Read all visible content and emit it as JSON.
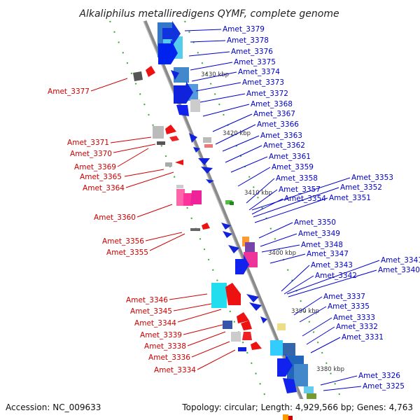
{
  "title": "Alkaliphilus metalliredigens QYMF, complete genome",
  "accession": "Accession: NC_009633",
  "summary": "Topology: circular; Length: 4,929,566 bp; Genes: 4,763",
  "colors": {
    "plus_label": "#0000cc",
    "minus_label": "#cc0000",
    "backbone": "#888888",
    "tick_dot": "#339933",
    "gene_blue": "#1111dd",
    "gene_red": "#ee1111"
  },
  "ticks": [
    {
      "label": "3430 kbp"
    },
    {
      "label": "3420 kbp"
    },
    {
      "label": "3410 kbp"
    },
    {
      "label": "3400 kbp"
    },
    {
      "label": "3390 kbp"
    },
    {
      "label": "3380 kbp"
    }
  ],
  "plus_labels": [
    "Amet_3379",
    "Amet_3378",
    "Amet_3376",
    "Amet_3375",
    "Amet_3374",
    "Amet_3373",
    "Amet_3372",
    "Amet_3368",
    "Amet_3367",
    "Amet_3366",
    "Amet_3363",
    "Amet_3362",
    "Amet_3361",
    "Amet_3359",
    "Amet_3358",
    "Amet_3357",
    "Amet_3354",
    "Amet_3353",
    "Amet_3352",
    "Amet_3351",
    "Amet_3350",
    "Amet_3349",
    "Amet_3348",
    "Amet_3347",
    "Amet_3343",
    "Amet_3342",
    "Amet_3341",
    "Amet_3340",
    "Amet_3337",
    "Amet_3335",
    "Amet_3333",
    "Amet_3332",
    "Amet_3331",
    "Amet_3326",
    "Amet_3325"
  ],
  "minus_labels": [
    "Amet_3377",
    "Amet_3371",
    "Amet_3370",
    "Amet_3369",
    "Amet_3365",
    "Amet_3364",
    "Amet_3360",
    "Amet_3356",
    "Amet_3355",
    "Amet_3346",
    "Amet_3345",
    "Amet_3344",
    "Amet_3339",
    "Amet_3338",
    "Amet_3336",
    "Amet_3334"
  ]
}
